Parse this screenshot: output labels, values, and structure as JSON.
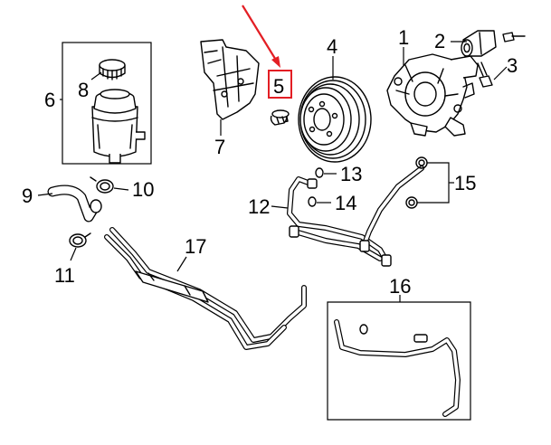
{
  "diagram": {
    "callouts": [
      "1",
      "2",
      "3",
      "4",
      "5",
      "6",
      "7",
      "8",
      "9",
      "10",
      "11",
      "12",
      "13",
      "14",
      "15",
      "16",
      "17"
    ],
    "highlight": {
      "part": "5",
      "color": "#e31e24"
    },
    "colors": {
      "line": "#000000",
      "background": "#ffffff"
    }
  }
}
